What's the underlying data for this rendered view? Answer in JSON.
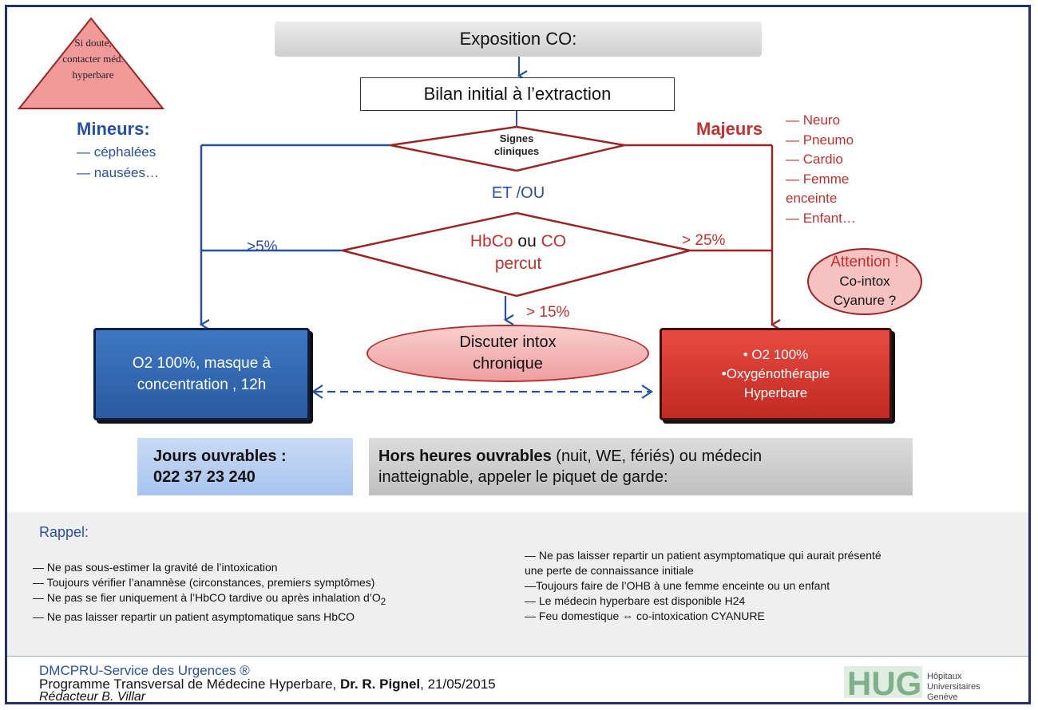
{
  "exposition": "Exposition CO:",
  "bilan": "Bilan initial à l’extraction",
  "warning": {
    "l1": "Si doute,",
    "l2": "contacter méd.",
    "l3": "hyperbare"
  },
  "mineurs": {
    "title": "Mineurs:",
    "items": [
      "— céphalées",
      "— nausées…"
    ]
  },
  "majeurs": {
    "title": "Majeurs",
    "items": [
      "— Neuro",
      "— Pneumo",
      "— Cardio",
      "— Femme",
      "enceinte",
      "— Enfant…"
    ]
  },
  "signes": {
    "l1": "Signes",
    "l2": "cliniques"
  },
  "et_ou": "ET /OU",
  "hbco": {
    "a": "HbCo",
    "b": " ou ",
    "c": "CO",
    "d": "percut"
  },
  "thresholds": {
    "gt5": ">5%",
    "gt25": "> 25%",
    "gt15": "> 15%"
  },
  "attention": {
    "l1": "Attention !",
    "l2": "Co-intox",
    "l3": "Cyanure ?"
  },
  "discuter": {
    "l1": "Discuter intox",
    "l2": "chronique"
  },
  "o2_blue": {
    "l1": "O2 100%, masque à",
    "l2": "concentration , 12h"
  },
  "o2_red": {
    "l1": "• O2 100%",
    "l2": "•Oxygénothérapie",
    "l3": "Hyperbare"
  },
  "jours": {
    "label": "Jours ouvrables :",
    "phone": "022 37 23 240"
  },
  "hors": {
    "bold": "Hors heures ouvrables",
    "rest": "  (nuit, WE, fériés) ou médecin",
    "l2": "inatteignable, appeler le piquet de garde:"
  },
  "rappel": {
    "title": "Rappel:",
    "left": [
      "—  Ne pas sous-estimer la gravité de l’intoxication",
      "— Toujours vérifier l’anamnèse (circonstances, premiers symptômes)",
      "— Ne pas se fier uniquement  à l’HbCO tardive ou après inhalation d’O",
      "— Ne pas laisser repartir un patient asymptomatique sans HbCO"
    ],
    "o2_sub": "2",
    "right": [
      "— Ne pas laisser repartir un patient asymptomatique qui aurait présenté",
      "une perte de connaissance initiale",
      "—Toujours faire de l’OHB à une femme enceinte ou un enfant",
      "—  Le médecin hyperbare est disponible H24",
      "— Feu domestique  ⇔ co-intoxication CYANURE"
    ]
  },
  "footer": {
    "line1": "DMCPRU-Service des Urgences ®",
    "line2a": "Programme Transversal de Médecine Hyperbare, ",
    "line2b": "Dr. R. Pignel",
    "line2c": ", 21/05/2015",
    "line3": "Rédacteur B. Villar"
  },
  "hug": {
    "logo": "HUG",
    "l1": "Hôpitaux",
    "l2": "Universitaires",
    "l3": "Genève"
  },
  "colors": {
    "blue": "#2850a0",
    "red": "#c0302e",
    "dark_red": "#9b2424"
  }
}
